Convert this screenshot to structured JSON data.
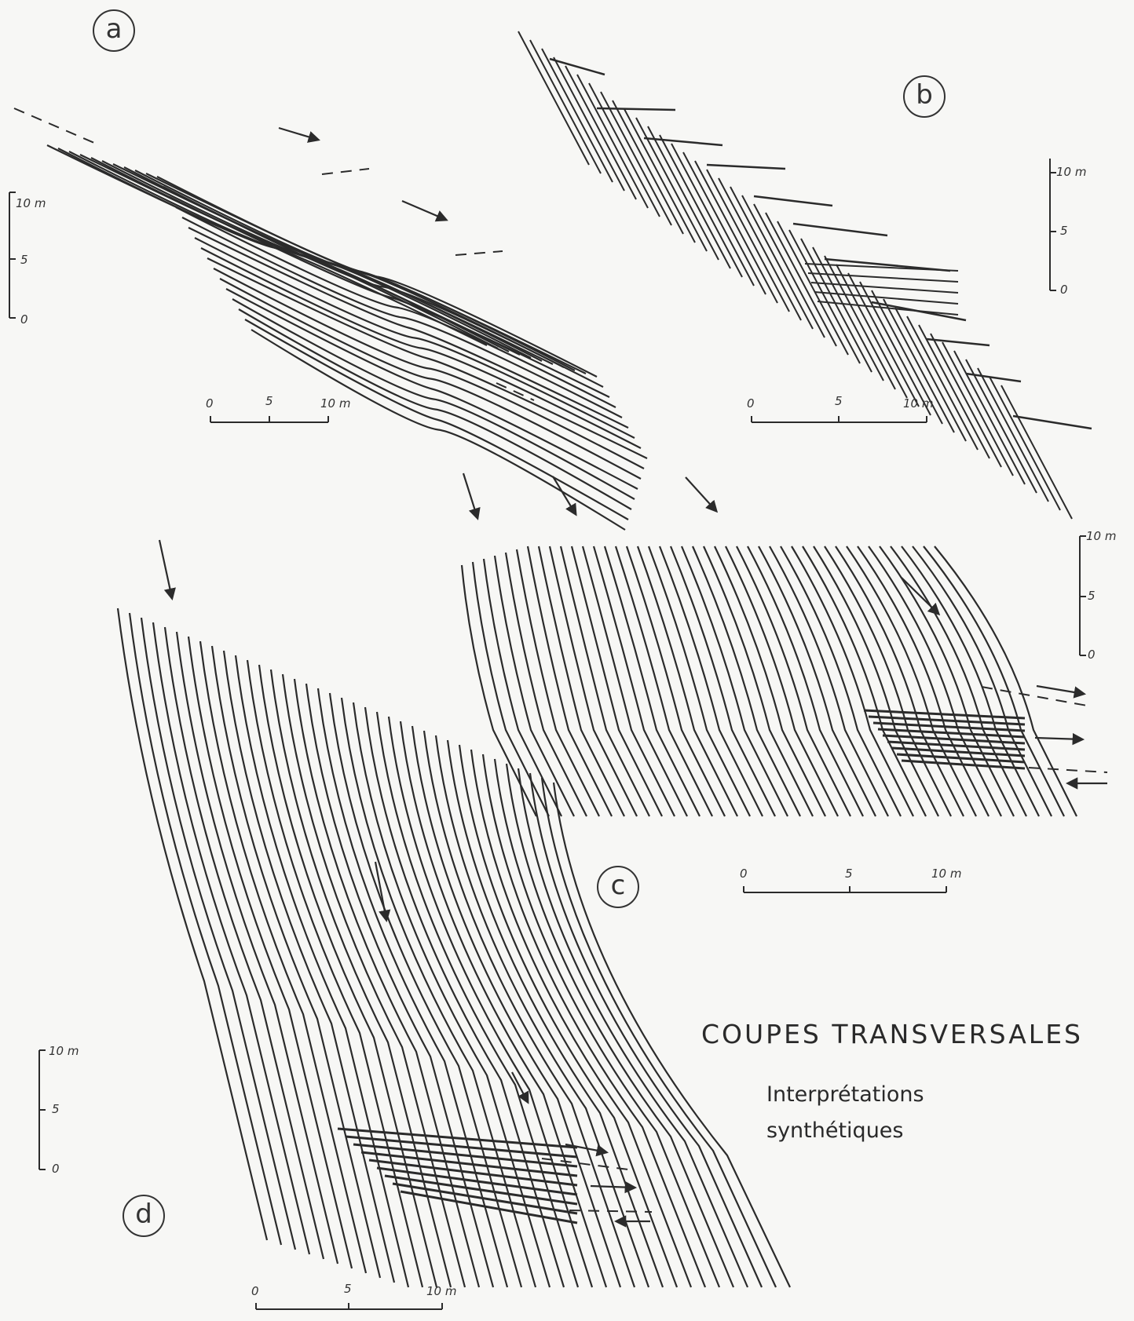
{
  "title": "COUPES TRANSVERSALES",
  "subtitle_line1": "Interprétations",
  "subtitle_line2": "synthétiques",
  "panels": {
    "a": {
      "letter": "a"
    },
    "b": {
      "letter": "b"
    },
    "c": {
      "letter": "c"
    },
    "d": {
      "letter": "d"
    }
  },
  "scales": {
    "vertical_ticks": [
      "10 m",
      "5",
      "0"
    ],
    "horizontal_ticks": [
      "0",
      "5",
      "10 m"
    ]
  },
  "colors": {
    "ink": "#2b2b2b",
    "paper": "#f7f7f5"
  }
}
